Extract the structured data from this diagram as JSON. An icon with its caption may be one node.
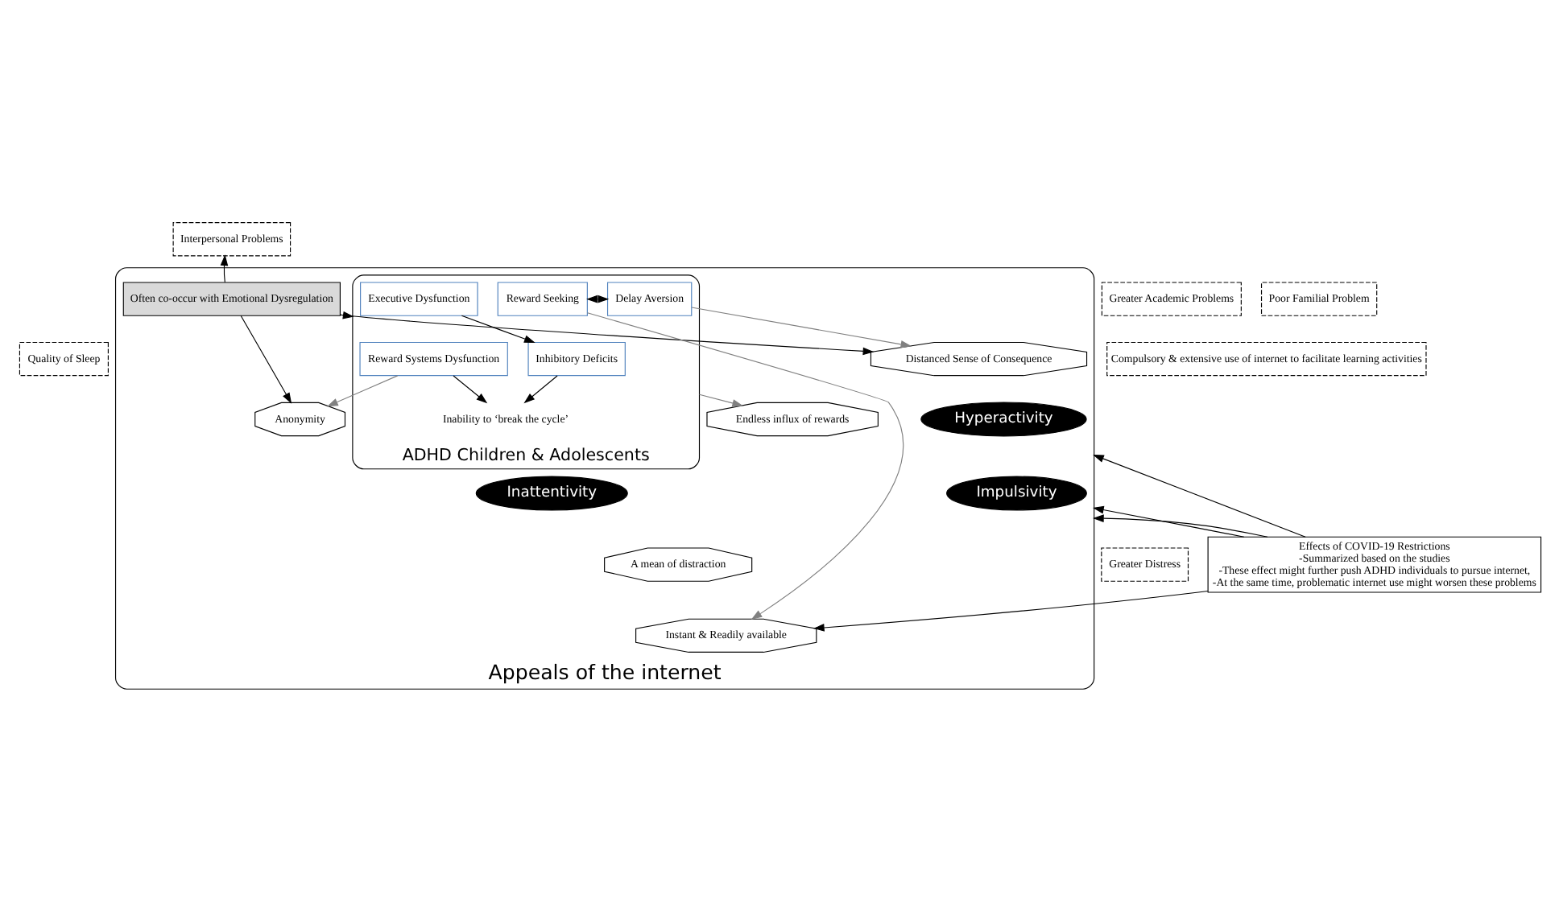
{
  "diagram": {
    "nodes": [
      {
        "text": [
          "Appeals of the internet"
        ]
      },
      {
        "text": [
          "Interpersonal Problems"
        ]
      },
      {
        "text": [
          "Greater Academic Problems"
        ]
      },
      {
        "text": [
          "Distanced Sense of Consequence"
        ],
        "in": 0
      },
      {
        "text": [
          "Often co-occur with Emotional Dysregulation"
        ],
        "in": 0
      },
      {
        "text": [
          "Anonymity"
        ],
        "in": 0
      },
      {
        "text": [
          "Quality of Sleep"
        ]
      },
      {
        "text": [
          "Poor Familial Problem"
        ]
      },
      {
        "text": [
          "Hyperactivity"
        ],
        "in": 0
      },
      {
        "text": [
          "ADHD Children & Adolescents"
        ],
        "in": 0
      },
      {
        "text": [
          "Reward Systems Dysfunction"
        ],
        "in": 9
      },
      {
        "text": [
          "Inattentivity"
        ],
        "in": 0
      },
      {
        "text": [
          "A mean of distraction"
        ],
        "in": 0
      },
      {
        "text": [
          "Executive Dysfunction"
        ],
        "in": 9
      },
      {
        "text": [
          "Delay Aversion"
        ],
        "in": 9
      },
      {
        "text": [
          "Reward Seeking"
        ],
        "in": 9
      },
      {
        "text": [
          "Endless influx of rewards"
        ],
        "in": 0
      },
      {
        "text": [
          "Inhibitory Deficits"
        ],
        "in": 9
      },
      {
        "text": [
          "Inability to ‘break the cycle’"
        ],
        "in": 9
      },
      {
        "text": [
          "Compulsory & extensive use of internet to facilitate learning activities"
        ]
      },
      {
        "text": [
          "Greater Distress"
        ]
      },
      {
        "text": [
          "Impulsivity"
        ],
        "in": 0
      },
      {
        "text": [
          "Instant & Readily available"
        ],
        "in": 0
      },
      {
        "text": [
          "Effects of COVID-19 Restrictions",
          "-Summarized based on the studies",
          "-These effect might further push ADHD individuals to pursue internet,",
          "-At the same time, problematic internet use might worsen these problems"
        ]
      }
    ],
    "edges": [
      {
        "from": 4,
        "to": 1,
        "arrow": "to"
      },
      {
        "from": 4,
        "to": 9,
        "arrow": "to"
      },
      {
        "from": 4,
        "to": 3,
        "arrow": "to"
      },
      {
        "from": 4,
        "to": 5,
        "arrow": "to"
      },
      {
        "from": 14,
        "to": 3,
        "arrow": "to",
        "color": "#808080"
      },
      {
        "from": 10,
        "to": 5,
        "arrow": "to",
        "color": "#808080"
      },
      {
        "from": 15,
        "to": 22,
        "arrow": "to",
        "color": "#808080"
      },
      {
        "from": 9,
        "to": 16,
        "arrow": "to",
        "color": "#808080"
      },
      {
        "from": 13,
        "to": 17,
        "arrow": "to"
      },
      {
        "from": 10,
        "to": 18,
        "arrow": "to"
      },
      {
        "from": 17,
        "to": 18,
        "arrow": "to"
      },
      {
        "from": 14,
        "to": 15,
        "arrow": "both"
      },
      {
        "from": 23,
        "to": 0,
        "arrow": "to"
      },
      {
        "from": 23,
        "to": 0,
        "arrow": "to"
      },
      {
        "from": 23,
        "to": 0,
        "arrow": "to"
      },
      {
        "from": 23,
        "to": 22,
        "arrow": "to"
      }
    ]
  }
}
